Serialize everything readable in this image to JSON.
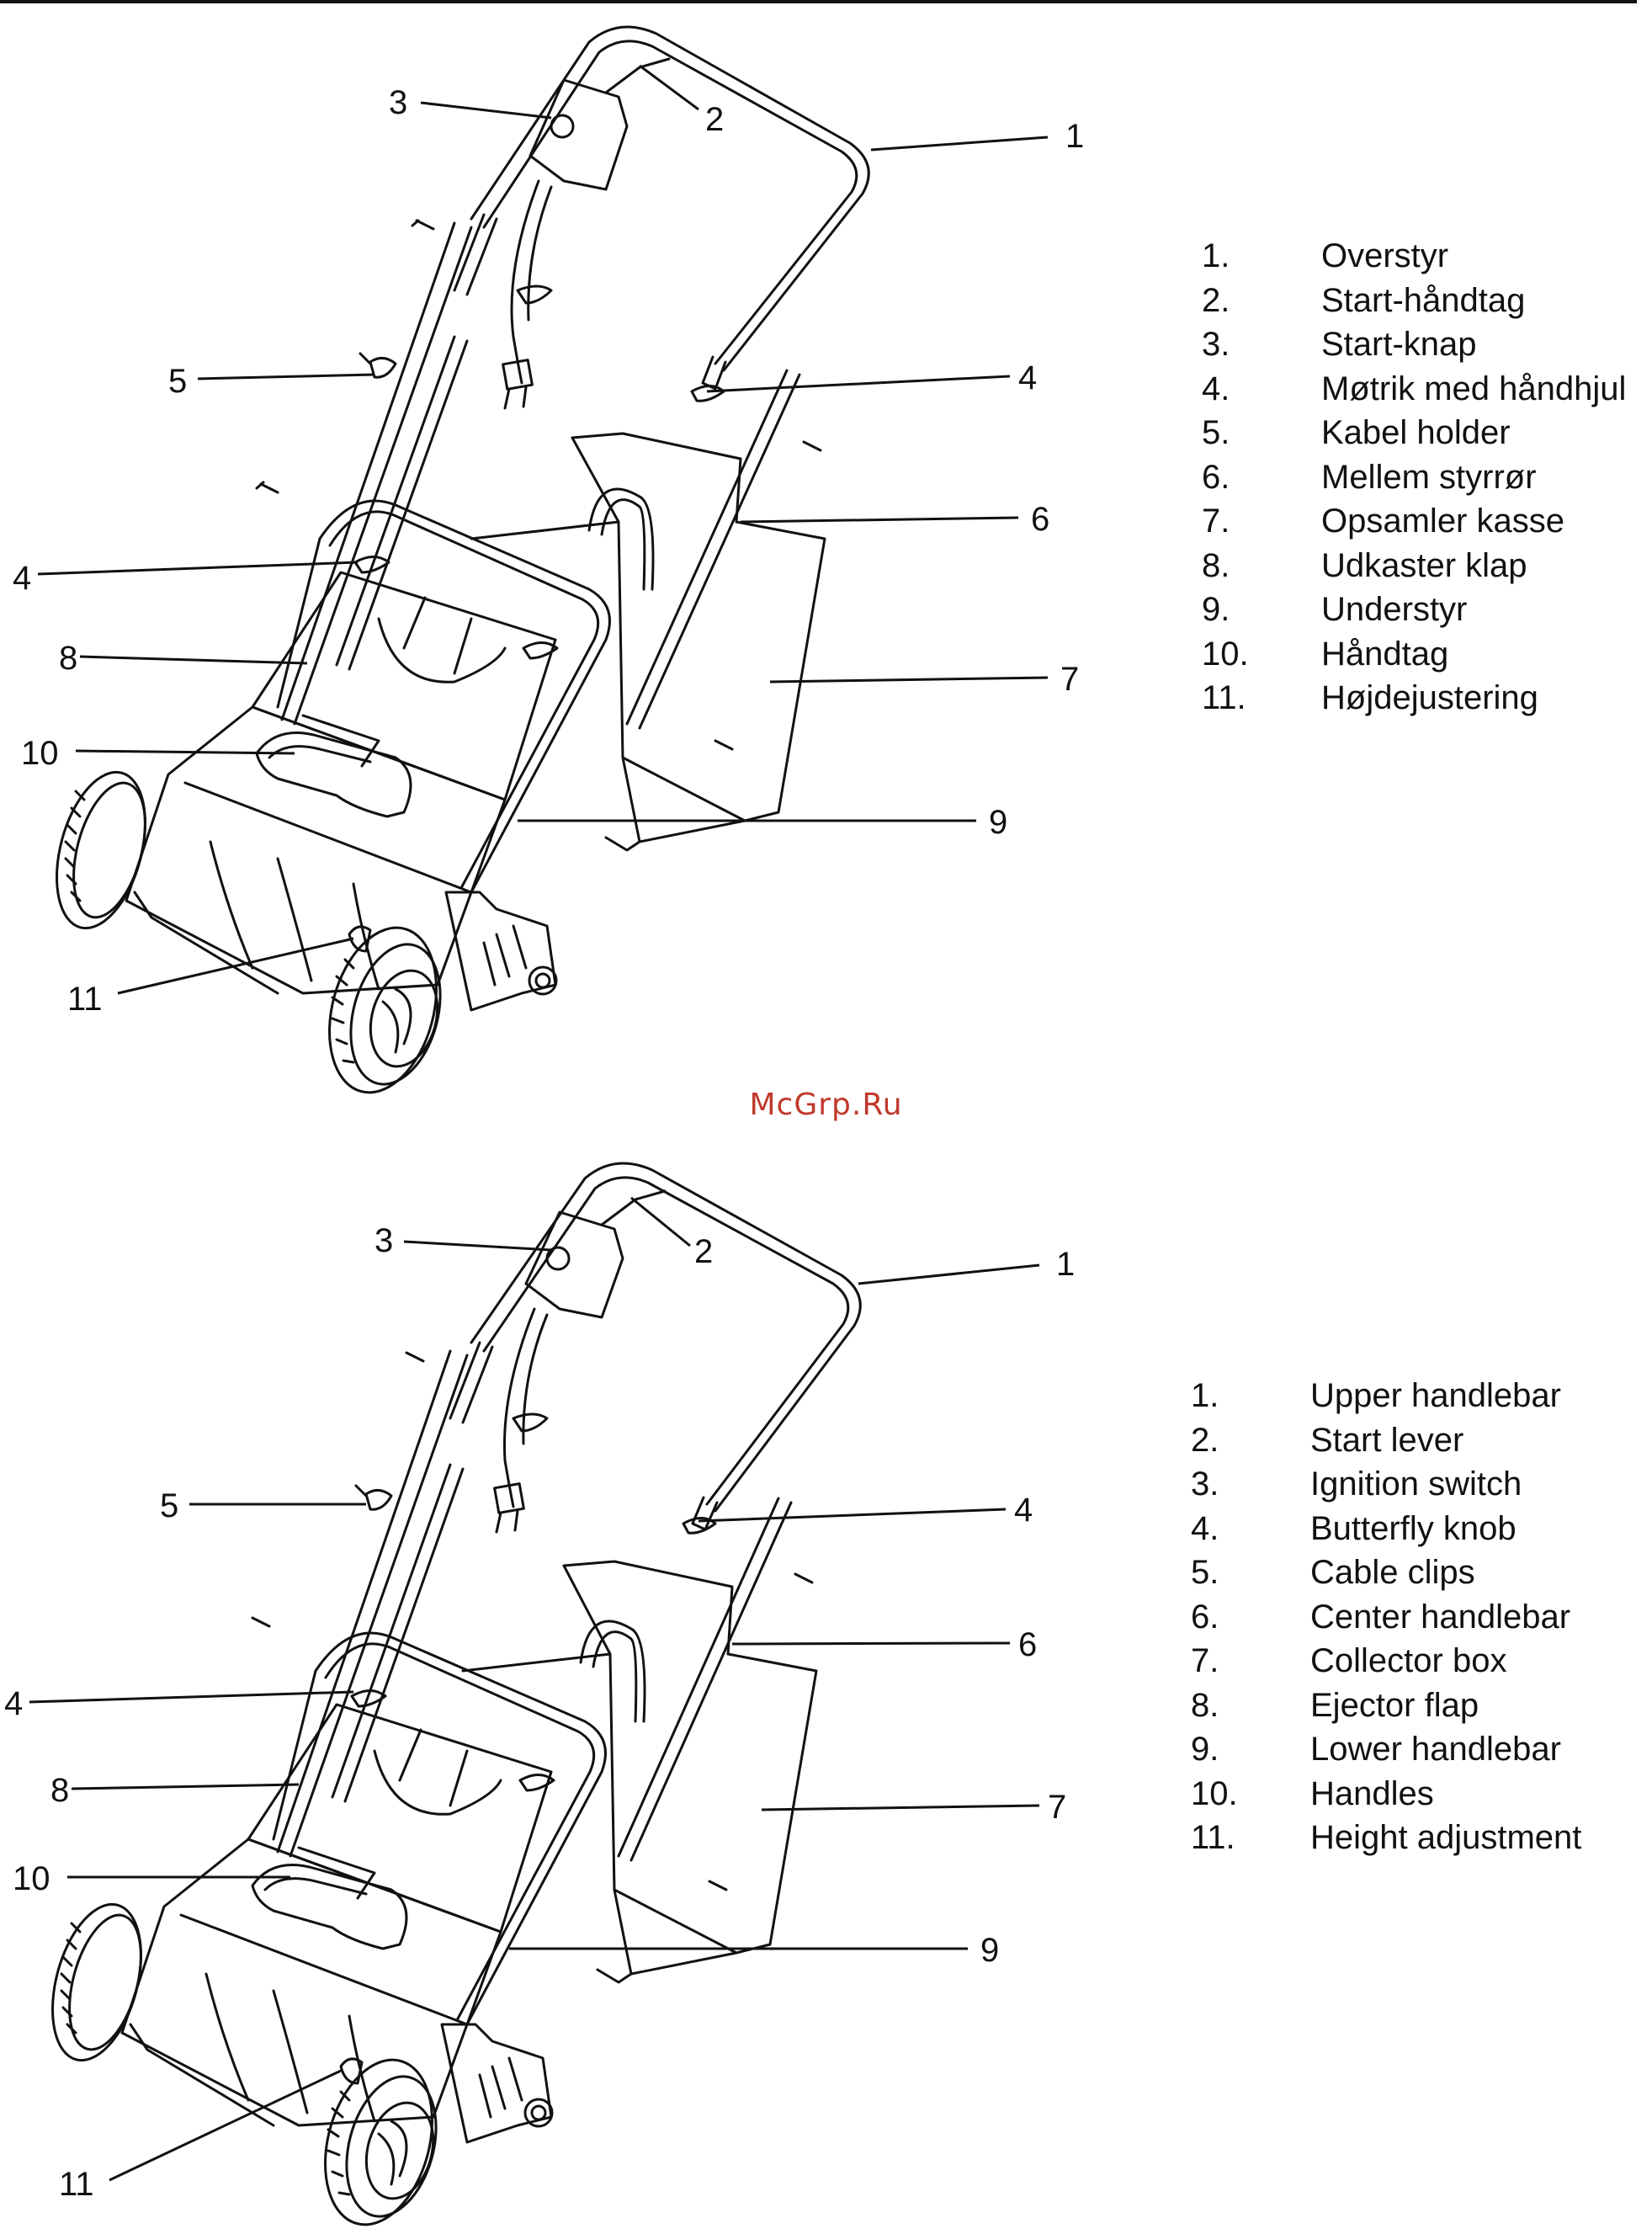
{
  "watermark": "McGrp.Ru",
  "colors": {
    "line": "#111111",
    "watermark": "#c0392b",
    "background": "#ffffff"
  },
  "diagram_da": {
    "callouts": [
      "1",
      "2",
      "3",
      "4",
      "4",
      "5",
      "6",
      "7",
      "8",
      "9",
      "10",
      "11"
    ],
    "legend": [
      {
        "num": "1.",
        "label": "Overstyr"
      },
      {
        "num": "2.",
        "label": "Start-håndtag"
      },
      {
        "num": "3.",
        "label": "Start-knap"
      },
      {
        "num": "4.",
        "label": "Møtrik med håndhjul"
      },
      {
        "num": "5.",
        "label": "Kabel holder"
      },
      {
        "num": "6.",
        "label": "Mellem styrrør"
      },
      {
        "num": "7.",
        "label": "Opsamler kasse"
      },
      {
        "num": "8.",
        "label": "Udkaster klap"
      },
      {
        "num": "9.",
        "label": "Understyr"
      },
      {
        "num": "10.",
        "label": "Håndtag"
      },
      {
        "num": "11.",
        "label": "Højdejustering"
      }
    ]
  },
  "diagram_en": {
    "callouts": [
      "1",
      "2",
      "3",
      "4",
      "4",
      "5",
      "6",
      "7",
      "8",
      "9",
      "10",
      "11"
    ],
    "legend": [
      {
        "num": "1.",
        "label": "Upper handlebar"
      },
      {
        "num": "2.",
        "label": "Start lever"
      },
      {
        "num": "3.",
        "label": "Ignition switch"
      },
      {
        "num": "4.",
        "label": "Butterfly knob"
      },
      {
        "num": "5.",
        "label": "Cable clips"
      },
      {
        "num": "6.",
        "label": "Center handlebar"
      },
      {
        "num": "7.",
        "label": "Collector box"
      },
      {
        "num": "8.",
        "label": "Ejector flap"
      },
      {
        "num": "9.",
        "label": "Lower handlebar"
      },
      {
        "num": "10.",
        "label": "Handles"
      },
      {
        "num": "11.",
        "label": "Height adjustment"
      }
    ]
  }
}
